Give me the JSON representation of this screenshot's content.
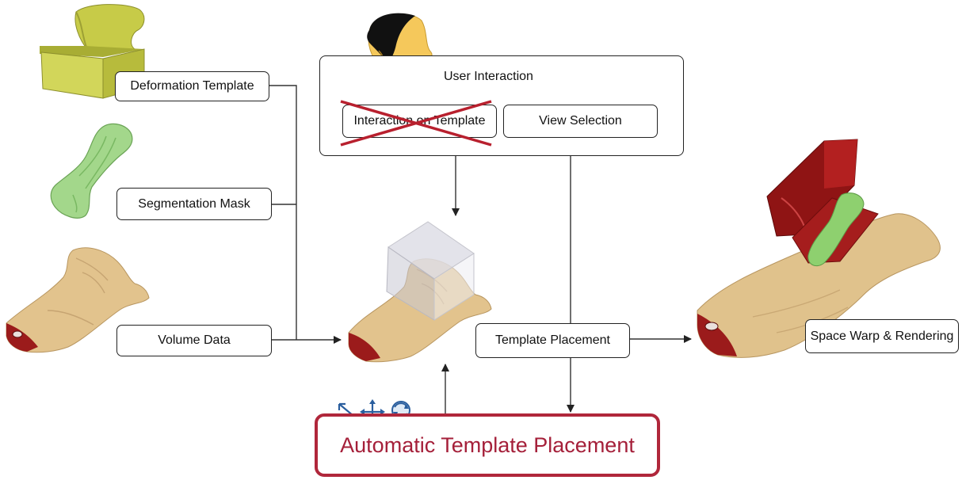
{
  "nodes": {
    "deformation_template": "Deformation Template",
    "segmentation_mask": "Segmentation Mask",
    "volume_data": "Volume Data",
    "user_interaction": "User Interaction",
    "interaction_on_template": "Interaction on Template",
    "view_selection": "View Selection",
    "template_placement": "Template Placement",
    "space_warp_rendering": "Space Warp & Rendering",
    "automatic_template_placement": "Automatic Template Placement"
  },
  "icons": {
    "template_box": "deformation-template-box-icon",
    "bone_mask": "segmentation-bone-icon",
    "volume_hand": "volume-data-hand-icon",
    "user_head": "user-head-icon",
    "placed_template": "template-on-hand-icon",
    "rendered_result": "space-warp-result-icon",
    "transform_tools": "transform-tools-icon"
  },
  "colors": {
    "accent": "#a5203a",
    "cross": "#b8202e",
    "template_yellow": "#c8cc4a",
    "mask_green": "#9fd486",
    "skin": "#e3c48f",
    "tissue_red": "#9b1b1b"
  }
}
